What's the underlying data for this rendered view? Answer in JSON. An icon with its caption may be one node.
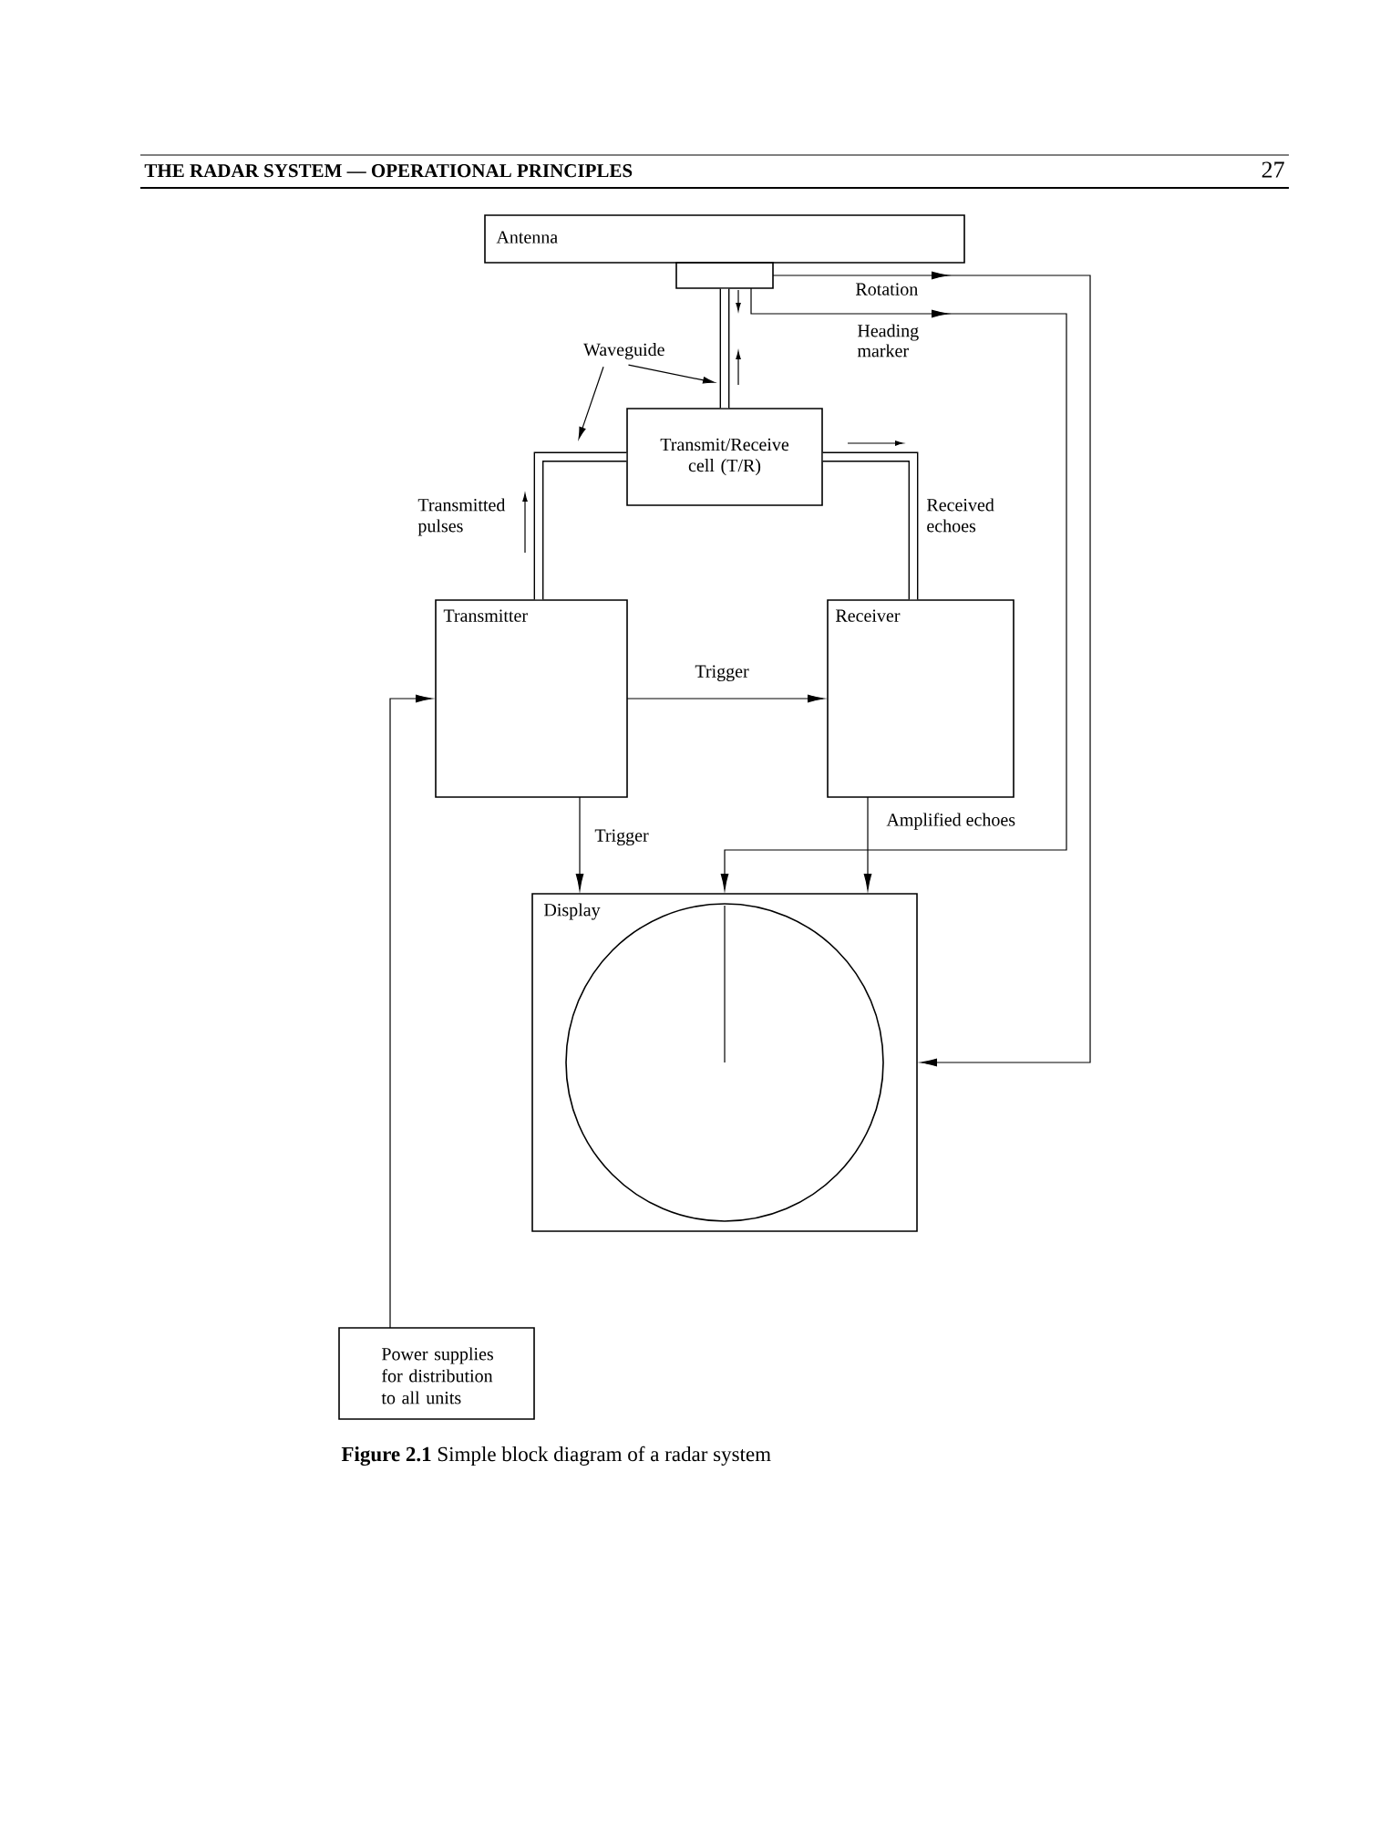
{
  "diagram": {
    "caption": "**Figure 2.1** Simple block diagram of a radar system",
    "nodes": [
      {
        "text": [
          "Antenna"
        ]
      },
      {
        "text": [],
        "shape": "box"
      },
      {
        "text": [
          "Waveguide"
        ]
      },
      {
        "text": [
          "Transmit/Receive cell (T/R)"
        ]
      },
      {
        "text": [
          "Transmitter"
        ]
      },
      {
        "text": [
          "Receiver"
        ]
      },
      {
        "text": [
          "Display"
        ]
      },
      {
        "text": [],
        "shape": "circle",
        "in": 6
      },
      {
        "text": [
          "Power supplies for distribution to all units"
        ]
      }
    ],
    "edges": [
      {
        "from": 1,
        "to": 3,
        "arrow": "none",
        "style": "thick"
      },
      {
        "from": 3,
        "to": 4,
        "arrow": "none",
        "style": "thick"
      },
      {
        "from": 3,
        "to": 5,
        "arrow": "none",
        "style": "thick"
      },
      {
        "from": 1,
        "to": 6,
        "arrow": "to",
        "label": "Rotation"
      },
      {
        "from": 1,
        "to": 6,
        "arrow": "to",
        "label": "Heading marker"
      },
      {
        "from": 4,
        "to": 5,
        "arrow": "to",
        "label": "Trigger"
      },
      {
        "from": 4,
        "to": 6,
        "arrow": "to",
        "label": "Trigger"
      },
      {
        "from": 5,
        "to": 6,
        "arrow": "to",
        "label": "Amplified echoes"
      },
      {
        "from": 8,
        "to": 4,
        "arrow": "to"
      },
      {
        "from": 2,
        "to": null,
        "arrow": "to"
      },
      {
        "from": 2,
        "to": null,
        "arrow": "to"
      }
    ],
    "labels": [
      "THE RADAR SYSTEM — OPERATIONAL PRINCIPLES",
      "27",
      "Transmitted pulses",
      "Received echoes"
    ]
  }
}
